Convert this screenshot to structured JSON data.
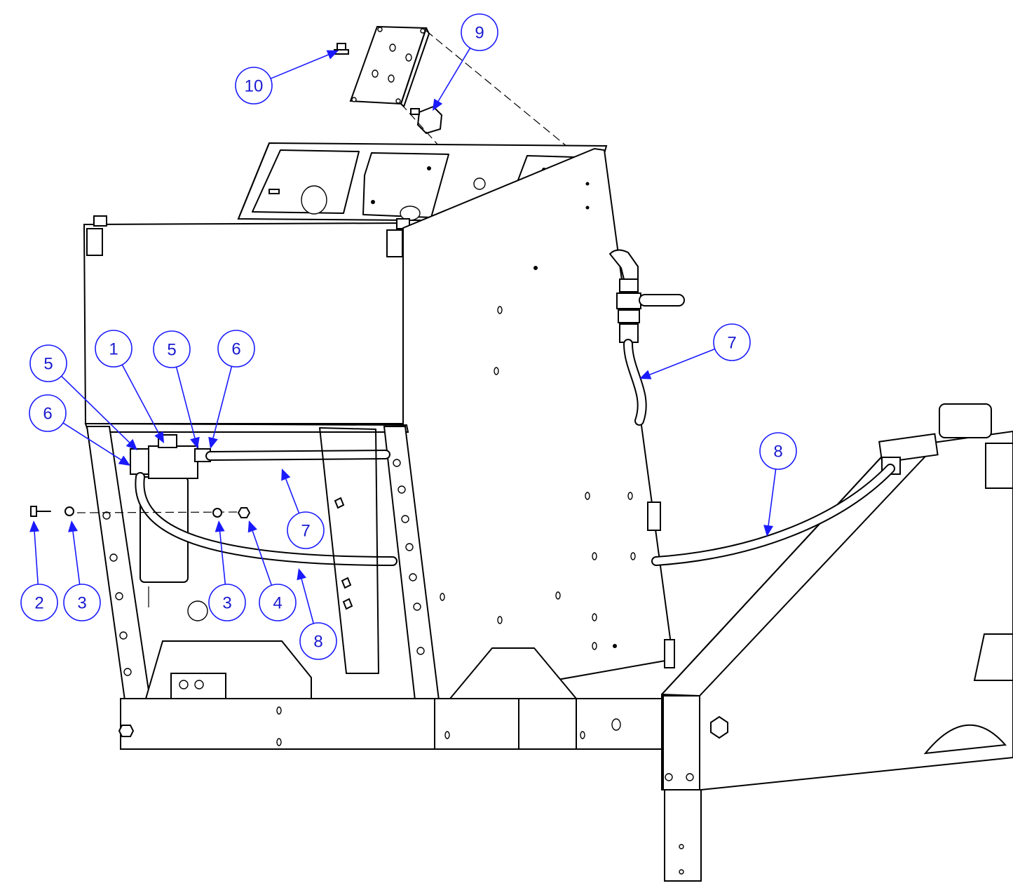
{
  "callouts": [
    {
      "id": "c10",
      "label": "10"
    },
    {
      "id": "c9",
      "label": "9"
    },
    {
      "id": "c7a",
      "label": "7"
    },
    {
      "id": "c8a",
      "label": "8"
    },
    {
      "id": "c5a",
      "label": "5"
    },
    {
      "id": "c1",
      "label": "1"
    },
    {
      "id": "c5b",
      "label": "5"
    },
    {
      "id": "c6a",
      "label": "6"
    },
    {
      "id": "c6b",
      "label": "6"
    },
    {
      "id": "c7b",
      "label": "7"
    },
    {
      "id": "c2",
      "label": "2"
    },
    {
      "id": "c3a",
      "label": "3"
    },
    {
      "id": "c3b",
      "label": "3"
    },
    {
      "id": "c4",
      "label": "4"
    },
    {
      "id": "c8b",
      "label": "8"
    }
  ],
  "colors": {
    "callout": "#1a1aff",
    "line": "#000000",
    "background": "#ffffff"
  }
}
